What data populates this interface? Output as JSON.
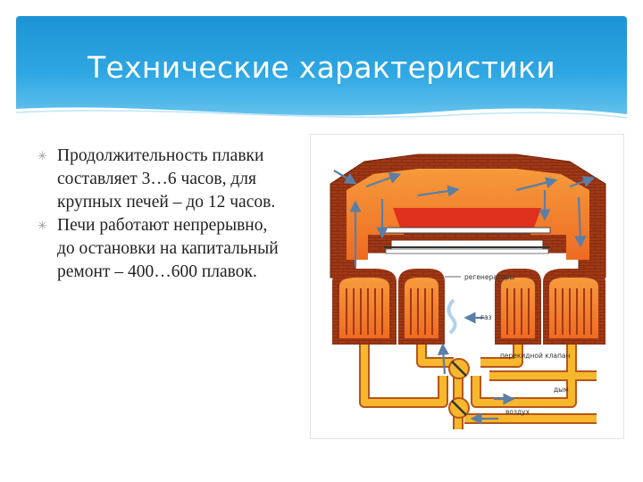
{
  "slide": {
    "title": "Технические характеристики",
    "bullets": [
      {
        "text": "Продолжительность плавки составляет 3…6 часов, для крупных печей – до 12 часов."
      },
      {
        "text": "Печи работают непрерывно, до остановки на капитальный ремонт – 400…600 плавок."
      }
    ],
    "bullet_icon": "asterisk-icon"
  },
  "diagram": {
    "labels": {
      "regenerators": "регенераторы",
      "gas": "газ",
      "valve": "перекидной клапан",
      "smoke": "дым",
      "air": "воздух"
    },
    "colors": {
      "header": "#1c93d3",
      "brick": "#9e3412",
      "flame": "#f07a28",
      "melt": "#e0301e",
      "pipe": "#f7b82d",
      "arrow": "#5a7fa6"
    }
  }
}
